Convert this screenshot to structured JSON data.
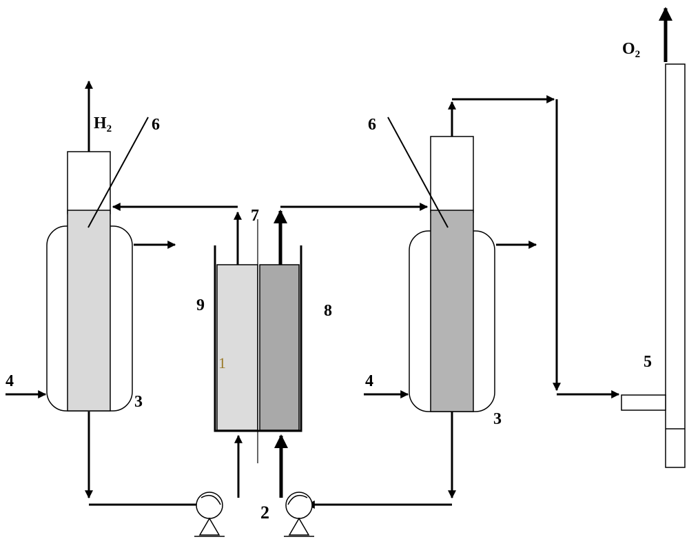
{
  "labels": {
    "h2_main": "H",
    "h2_sub": "2",
    "o2_main": "O",
    "o2_sub": "2",
    "callout_6_left": "6",
    "callout_6_right": "6",
    "callout_7": "7",
    "callout_8": "8",
    "callout_9": "9",
    "callout_1": "1",
    "callout_2": "2",
    "callout_3_left": "3",
    "callout_3_right": "3",
    "callout_4_left": "4",
    "callout_4_right": "4",
    "callout_5": "5"
  },
  "colors": {
    "line": "#000000",
    "anode_fill": "#dcdcdc",
    "cathode_fill": "#a9a9a9",
    "column_fill": "#d9d9d9",
    "right_column_fill": "#b4b4b4",
    "label_1": "#9a7a2a"
  }
}
